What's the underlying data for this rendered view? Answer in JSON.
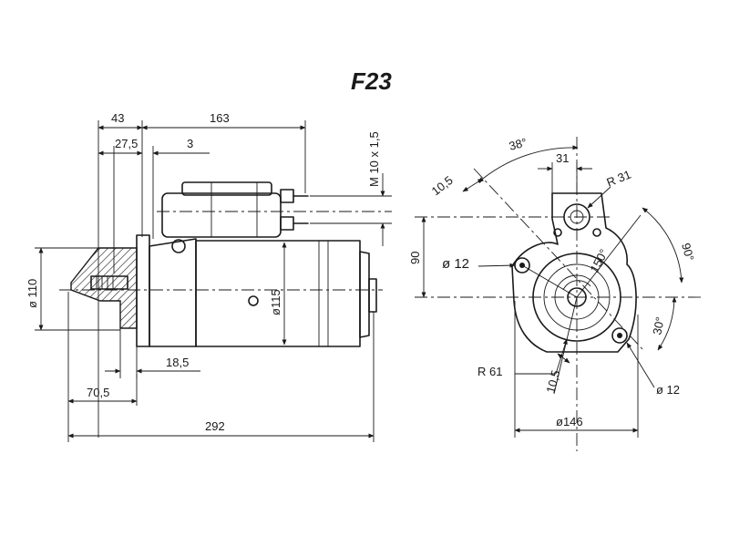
{
  "title": "F23",
  "side_view": {
    "dims": {
      "d43": "43",
      "d163": "163",
      "d27_5": "27,5",
      "d3": "3",
      "thread": "M 10 x 1,5",
      "dia110": "ø 110",
      "dia115": "ø115",
      "d18_5": "18,5",
      "d70_5": "70,5",
      "d292": "292"
    }
  },
  "front_view": {
    "dims": {
      "ang38": "38°",
      "d31": "31",
      "r31": "R 31",
      "d10_5_top": "10,5",
      "d90": "90",
      "dia12_left": "ø 12",
      "ang150": "150°",
      "ang90": "90°",
      "ang30": "30°",
      "r61": "R 61",
      "d10_5_bottom": "10,5",
      "dia12_right": "ø 12",
      "dia146": "ø146"
    }
  }
}
